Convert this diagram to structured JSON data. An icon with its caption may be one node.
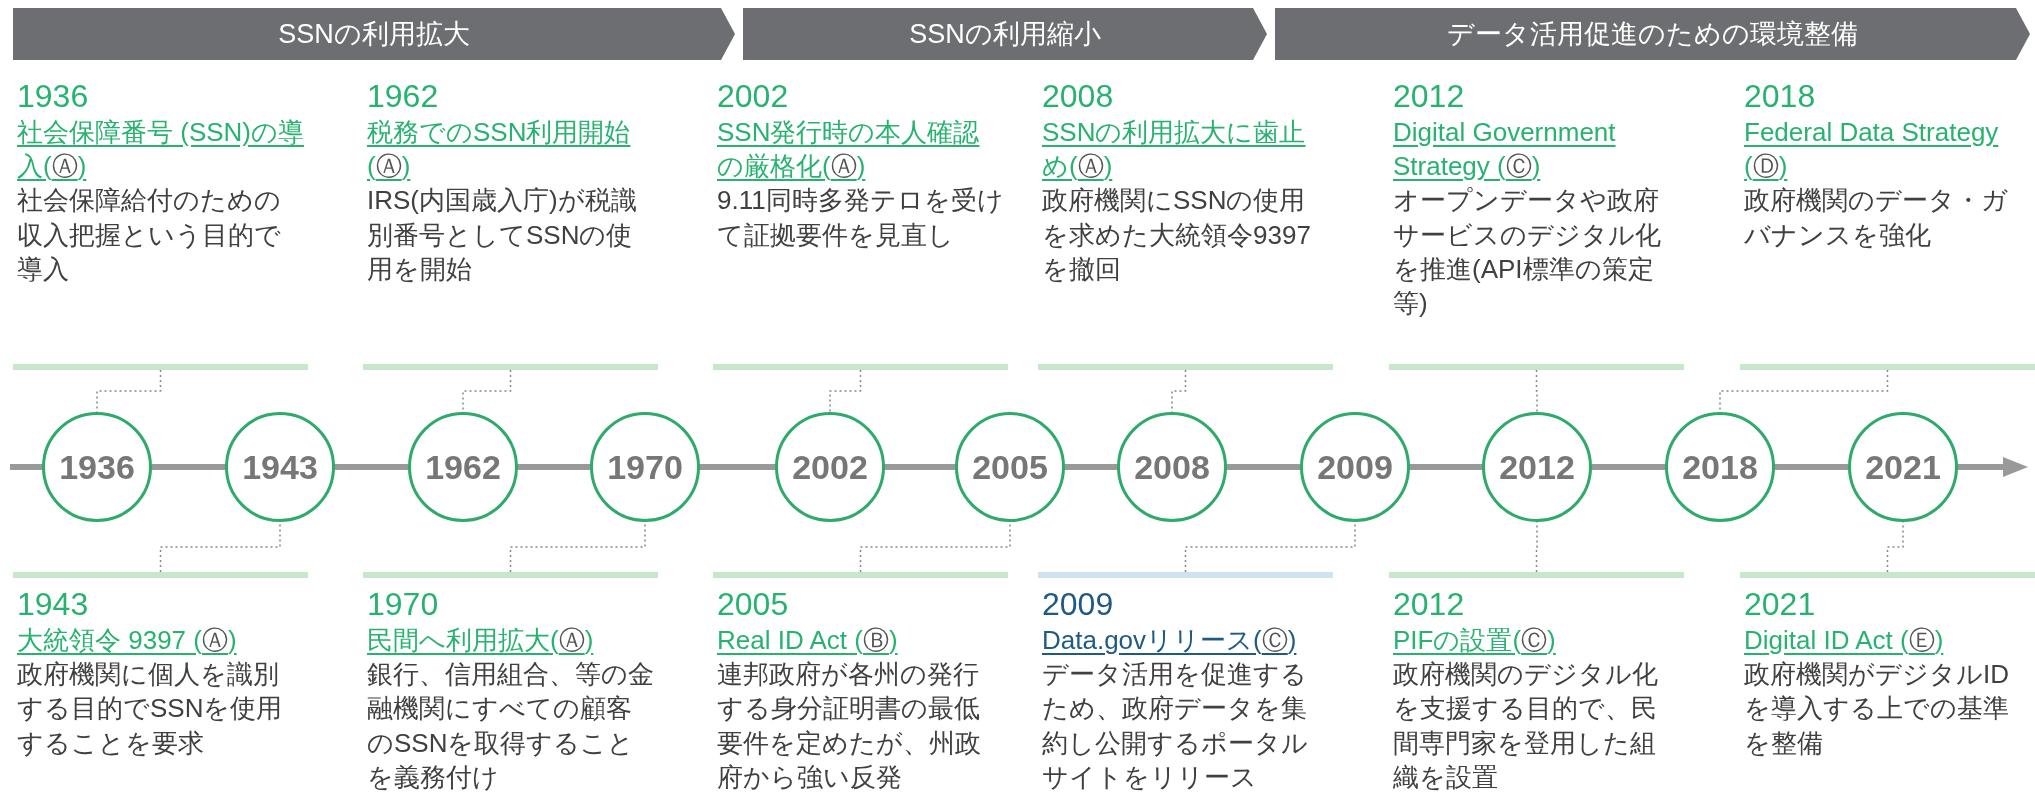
{
  "diagram": {
    "nodes": [
      {
        "text": [
          "SSNの利用拡大"
        ]
      },
      {
        "text": [
          "SSNの利用縮小"
        ]
      },
      {
        "text": [
          "データ活用促進のための環境整備"
        ]
      },
      {
        "text": [
          "1936",
          "社会保障番号 (SSN)の導入(Ⓐ)",
          "社会保障給付のための収入把握という目的で導入"
        ]
      },
      {
        "text": [
          "1962",
          "税務でのSSN利用開始(Ⓐ)",
          "IRS(内国歳入庁)が税識別番号としてSSNの使用を開始"
        ]
      },
      {
        "text": [
          "2002",
          "SSN発行時の本人確認の厳格化(Ⓐ)",
          "9.11同時多発テロを受けて証拠要件を見直し"
        ]
      },
      {
        "text": [
          "2008",
          "SSNの利用拡大に歯止め(Ⓐ)",
          "政府機関にSSNの使用を求めた大統領令9397を撤回"
        ]
      },
      {
        "text": [
          "2012",
          "Digital Government Strategy (Ⓒ)",
          "オープンデータや政府サービスのデジタル化を推進(API標準の策定等)"
        ]
      },
      {
        "text": [
          "2018",
          "Federal Data Strategy (Ⓓ)",
          "政府機関のデータ・ガバナンスを強化"
        ]
      },
      {
        "text": [
          "1936"
        ]
      },
      {
        "text": [
          "1943"
        ]
      },
      {
        "text": [
          "1962"
        ]
      },
      {
        "text": [
          "1970"
        ]
      },
      {
        "text": [
          "2002"
        ]
      },
      {
        "text": [
          "2005"
        ]
      },
      {
        "text": [
          "2008"
        ]
      },
      {
        "text": [
          "2009"
        ]
      },
      {
        "text": [
          "2012"
        ]
      },
      {
        "text": [
          "2018"
        ]
      },
      {
        "text": [
          "2021"
        ]
      },
      {
        "text": [
          "1943",
          "大統領令 9397 (Ⓐ)",
          "政府機関に個人を識別する目的でSSNを使用することを要求"
        ]
      },
      {
        "text": [
          "1970",
          "民間へ利用拡大(Ⓐ)",
          "銀行、信用組合、等の金融機関にすべての顧客のSSNを取得することを義務付け"
        ]
      },
      {
        "text": [
          "2005",
          "Real ID Act (Ⓑ)",
          "連邦政府が各州の発行する身分証明書の最低要件を定めたが、州政府から強い反発"
        ]
      },
      {
        "text": [
          "2009",
          "Data.govリリース(Ⓒ)",
          "データ活用を促進するため、政府データを集約し公開するポータルサイトをリリース"
        ]
      },
      {
        "text": [
          "2012",
          "PIFの設置(Ⓒ)",
          "政府機関のデジタル化を支援する目的で、民間専門家を登用した組織を設置"
        ]
      },
      {
        "text": [
          "2021",
          "Digital ID Act (Ⓔ)",
          "政府機関がデジタルIDを導入する上での基準を整備"
        ]
      }
    ],
    "edges": [
      {
        "from": 3,
        "to": 9,
        "arrow": "none",
        "style": "dashed"
      },
      {
        "from": 4,
        "to": 11,
        "arrow": "none",
        "style": "dashed"
      },
      {
        "from": 5,
        "to": 13,
        "arrow": "none",
        "style": "dashed"
      },
      {
        "from": 6,
        "to": 15,
        "arrow": "none",
        "style": "dashed"
      },
      {
        "from": 7,
        "to": 17,
        "arrow": "none",
        "style": "dashed"
      },
      {
        "from": 8,
        "to": 18,
        "arrow": "none",
        "style": "dashed"
      },
      {
        "from": 20,
        "to": 10,
        "arrow": "none",
        "style": "dashed"
      },
      {
        "from": 21,
        "to": 12,
        "arrow": "none",
        "style": "dashed"
      },
      {
        "from": 22,
        "to": 14,
        "arrow": "none",
        "style": "dashed"
      },
      {
        "from": 23,
        "to": 16,
        "arrow": "none",
        "style": "dashed"
      },
      {
        "from": 24,
        "to": 17,
        "arrow": "none",
        "style": "dashed"
      },
      {
        "from": 25,
        "to": 19,
        "arrow": "none",
        "style": "dashed"
      }
    ]
  }
}
